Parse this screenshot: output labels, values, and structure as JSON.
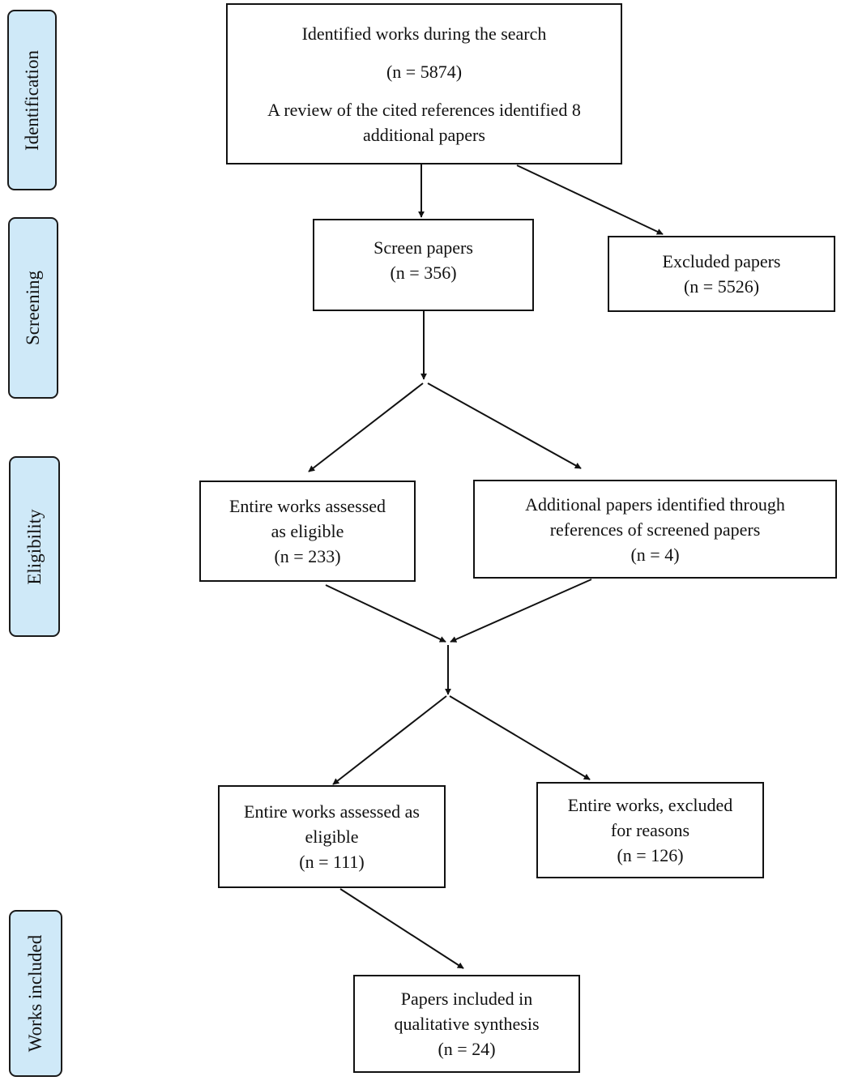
{
  "stages": {
    "identification": "Identification",
    "screening": "Screening",
    "eligibility": "Eligibility",
    "included": "Works included"
  },
  "boxes": {
    "identified": {
      "line1": "Identified works during the search",
      "line2": "(n = 5874)",
      "line3": "A review of the cited references identified 8",
      "line4": "additional papers"
    },
    "screen": {
      "line1": "Screen papers",
      "line2": "(n = 356)"
    },
    "excluded": {
      "line1": "Excluded papers",
      "line2": "(n = 5526)"
    },
    "eligible_1": {
      "line1": "Entire works assessed",
      "line2": "as eligible",
      "line3": "(n = 233)"
    },
    "additional": {
      "line1": "Additional papers identified through",
      "line2": "references of screened papers",
      "line3": "(n = 4)"
    },
    "eligible_2": {
      "line1": "Entire works assessed as",
      "line2": "eligible",
      "line3": "(n = 111)"
    },
    "excluded_reasons": {
      "line1": "Entire works, excluded",
      "line2": "for reasons",
      "line3": "(n = 126)"
    },
    "included": {
      "line1": "Papers included in",
      "line2": "qualitative synthesis",
      "line3": "(n = 24)"
    }
  }
}
